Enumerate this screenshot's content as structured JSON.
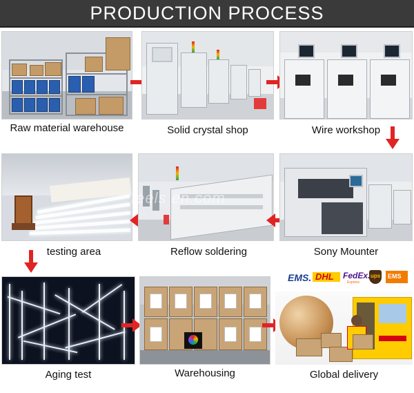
{
  "header": {
    "title": "PRODUCTION PROCESS"
  },
  "watermark": "feels en.com",
  "steps": [
    {
      "label": "Raw material warehouse"
    },
    {
      "label": "Solid crystal shop"
    },
    {
      "label": "Wire workshop"
    },
    {
      "label": "testing area"
    },
    {
      "label": "Reflow soldering"
    },
    {
      "label": "Sony Mounter"
    },
    {
      "label": "Aging test"
    },
    {
      "label": "Warehousing"
    },
    {
      "label": "Global delivery"
    }
  ],
  "couriers": {
    "ems": "EMS.",
    "dhl": "DHL",
    "fedex": "FedEx.",
    "fedex_sub": "Express",
    "ups": "ups",
    "china_post": "EMS"
  },
  "colors": {
    "banner": "#3a3a3a",
    "arrow": "#e02424"
  }
}
